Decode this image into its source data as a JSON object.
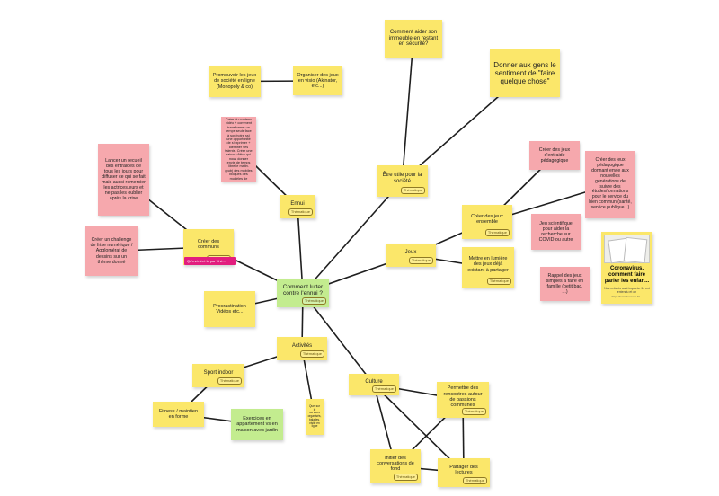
{
  "board": {
    "tag_label": "Thématique",
    "comment_chip": "Qu'evénéré le par \"thé..."
  },
  "notes": [
    {
      "id": "center",
      "text": "Comment lutter contre l'ennui ?",
      "color": "green",
      "tag": true
    },
    {
      "id": "etre_utile",
      "text": "Être utile pour la société",
      "color": "yellow",
      "tag": true
    },
    {
      "id": "aider_immeuble",
      "text": "Comment aider son immeuble en restant en sécurité?",
      "color": "yellow"
    },
    {
      "id": "donner_sentiment",
      "text": "Donner aux gens le sentiment de \"faire quelque chose\"",
      "color": "yellow"
    },
    {
      "id": "ennui",
      "text": "Ennui",
      "color": "yellow",
      "tag": true
    },
    {
      "id": "creer_contenu",
      "text": "Créer du contenu vidéo + comment transformer un temps seuls face à son/notre ss) une opportunité de s'exprimer + identifier ses talents. Créer une raison d'être qui nous donner envie de temps libre le matin. (pub) des mobiles bloqués des modèles de",
      "color": "pink"
    },
    {
      "id": "promouvoir",
      "text": "Promouvoir les jeux de société en ligne (Monopoly & co)",
      "color": "yellow"
    },
    {
      "id": "organiser_jeux",
      "text": "Organiser des jeux en visio (Akinator, etc...)",
      "color": "yellow"
    },
    {
      "id": "creer_communs",
      "text": "Créer des communs",
      "color": "yellow",
      "tag": true
    },
    {
      "id": "recueil",
      "text": "Lancer un recueil des entraides de tous les jours pour diffuser ce qui se fait mais aussi remercier les actrices.eurs et ne pas les oublier après la crise",
      "color": "pink"
    },
    {
      "id": "challenge",
      "text": "Créer un challenge de frise numérique / Agglomérat de dessins sur un thème donné",
      "color": "pink"
    },
    {
      "id": "jeux",
      "text": "Jeux",
      "color": "yellow",
      "tag": true
    },
    {
      "id": "creer_jeux_ensemble",
      "text": "Créer des jeux ensemble",
      "color": "yellow",
      "tag": true
    },
    {
      "id": "jeux_entraide",
      "text": "Créer des jeux d'entraide pédagogique",
      "color": "pink"
    },
    {
      "id": "jeux_pedago",
      "text": "Créer des jeux pédagogique donnant envie aux nouvelles générations de suivre des études/formations pour le service du bien commun (santé, service publique...)",
      "color": "pink"
    },
    {
      "id": "jeu_scientifique",
      "text": "Jeu scientifique pour aider la recherche sur COVID ou autre",
      "color": "pink"
    },
    {
      "id": "mettre_lumiere",
      "text": "Mettre en lumière des jeux déjà existant à partager",
      "color": "yellow",
      "tag": true
    },
    {
      "id": "rappel_jeux",
      "text": "Rappel des jeux simples à faire en famille (petit bac, ...)",
      "color": "pink"
    },
    {
      "id": "procrastination",
      "text": "Procrastination Vidéos etc...",
      "color": "yellow"
    },
    {
      "id": "activites",
      "text": "Activités",
      "color": "yellow",
      "tag": true
    },
    {
      "id": "sport",
      "text": "Sport indoor",
      "color": "yellow",
      "tag": true
    },
    {
      "id": "fitness",
      "text": "Fitness / maintien en forme",
      "color": "yellow"
    },
    {
      "id": "exercices",
      "text": "Exercices en appartement vs en maison avec jardin",
      "color": "green"
    },
    {
      "id": "small_note",
      "text": "Quel sur le services organisés, balades, visite en ligne",
      "color": "yellow"
    },
    {
      "id": "culture",
      "text": "Culture",
      "color": "yellow",
      "tag": true
    },
    {
      "id": "rencontres",
      "text": "Permettre des rencontres autour de passions communes",
      "color": "yellow",
      "tag": true
    },
    {
      "id": "initier",
      "text": "Initier des conversations de fond",
      "color": "yellow",
      "tag": true
    },
    {
      "id": "partager_lectures",
      "text": "Partager des lectures",
      "color": "yellow",
      "tag": true
    }
  ],
  "card": {
    "title": "Coronavirus, comment faire parler les enfan...",
    "description": "Nos enfants sont inquiets. Ils ont entendu et on",
    "domain": "https://www.lemonde.fr/..."
  },
  "edges": [
    [
      "center",
      "etre_utile"
    ],
    [
      "center",
      "ennui"
    ],
    [
      "center",
      "creer_communs"
    ],
    [
      "center",
      "jeux"
    ],
    [
      "center",
      "procrastination"
    ],
    [
      "center",
      "activites"
    ],
    [
      "center",
      "culture"
    ],
    [
      "etre_utile",
      "aider_immeuble"
    ],
    [
      "etre_utile",
      "donner_sentiment"
    ],
    [
      "ennui",
      "creer_contenu"
    ],
    [
      "promouvoir",
      "organiser_jeux"
    ],
    [
      "creer_communs",
      "recueil"
    ],
    [
      "creer_communs",
      "challenge"
    ],
    [
      "jeux",
      "creer_jeux_ensemble"
    ],
    [
      "jeux",
      "mettre_lumiere"
    ],
    [
      "creer_jeux_ensemble",
      "jeux_entraide"
    ],
    [
      "creer_jeux_ensemble",
      "jeux_pedago"
    ],
    [
      "activites",
      "sport"
    ],
    [
      "activites",
      "small_note"
    ],
    [
      "sport",
      "fitness"
    ],
    [
      "fitness",
      "exercices"
    ],
    [
      "culture",
      "rencontres"
    ],
    [
      "culture",
      "initier"
    ],
    [
      "culture",
      "partager_lectures"
    ],
    [
      "rencontres",
      "initier"
    ],
    [
      "rencontres",
      "partager_lectures"
    ],
    [
      "initier",
      "partager_lectures"
    ]
  ]
}
